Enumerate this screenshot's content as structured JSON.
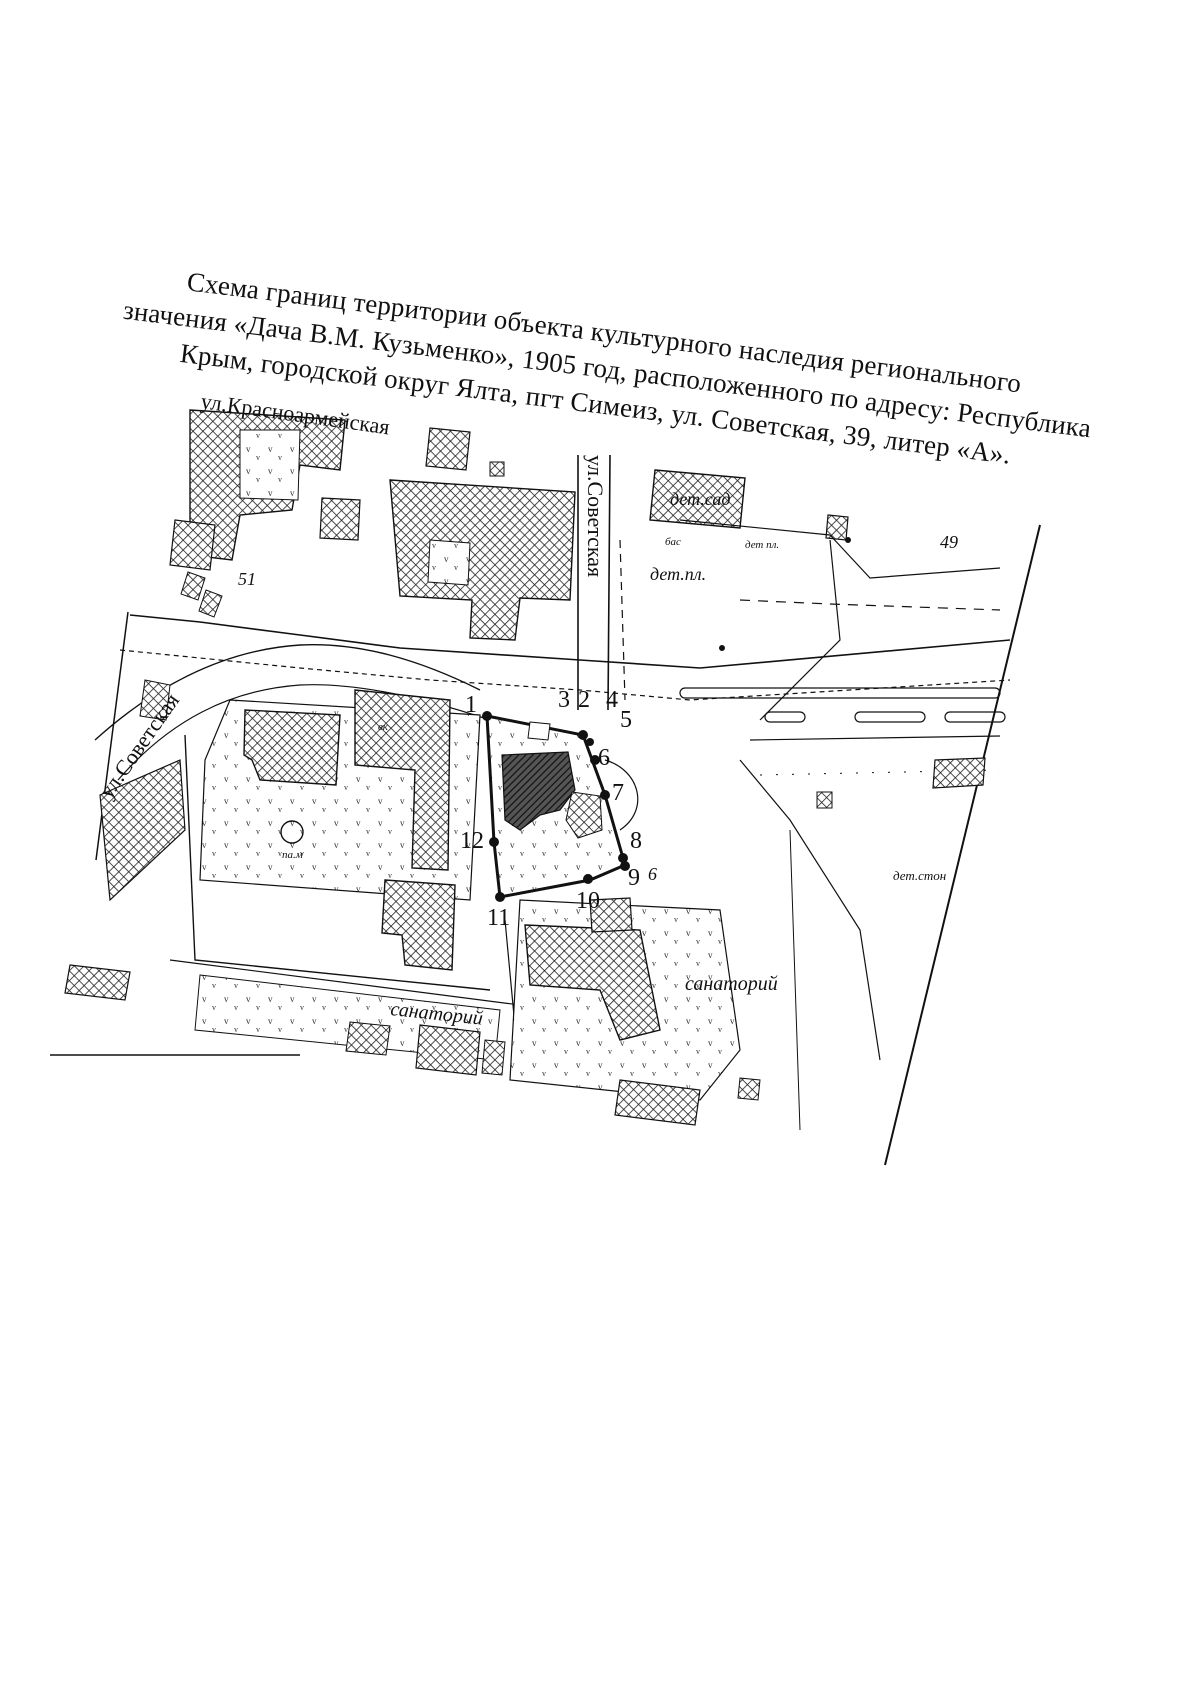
{
  "document": {
    "title_lines": [
      "Схема границ территории объекта культурного наследия регионального",
      "значения «Дача В.М. Кузьменко», 1905 год, расположенного по адресу: Республика",
      "Крым, городской округ Ялта, пгт Симеиз, ул. Советская, 39, литер «А»."
    ]
  },
  "map": {
    "streets": {
      "krasnoarmeyskaya": "ул.Красноармейская",
      "sovetskaya_north": "ул.Советская",
      "sovetskaya_west": "ул.Советская"
    },
    "labels": {
      "det_sad": "дет.сад",
      "det_pl": "дет.пл.",
      "bas": "бас",
      "det_pl_small": "дет пл.",
      "sanatoriy_south": "санаторий",
      "sanatoriy_east": "санаторий",
      "det_ston": "дет.стон",
      "pam": "па.м",
      "vk": "вк",
      "elev_49": "49",
      "elev_51": "51",
      "elev_6": "6"
    },
    "boundary_points": [
      "1",
      "2",
      "3",
      "4",
      "5",
      "6",
      "7",
      "8",
      "9",
      "10",
      "11",
      "12"
    ]
  },
  "colors": {
    "ink": "#111111",
    "hatch": "#222222",
    "paper": "#ffffff",
    "object_fill": "#2a2a2a"
  }
}
